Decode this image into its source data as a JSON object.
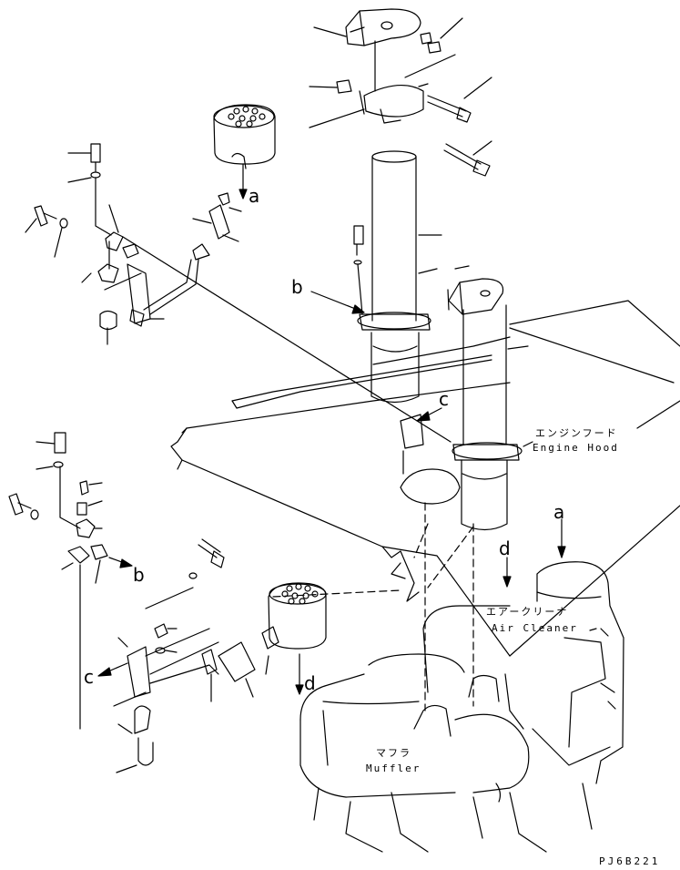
{
  "labels": {
    "engine_hood_jp": "エンジンフード",
    "engine_hood_en": "Engine Hood",
    "air_cleaner_jp": "エアークリーナ",
    "air_cleaner_en": "Air Cleaner",
    "muffler_jp": "マフラ",
    "muffler_en": "Muffler"
  },
  "callouts": {
    "a": "a",
    "b": "b",
    "c": "c",
    "d": "d"
  },
  "drawing_code": "PJ6B221",
  "colors": {
    "line": "#000000",
    "background": "#ffffff"
  }
}
